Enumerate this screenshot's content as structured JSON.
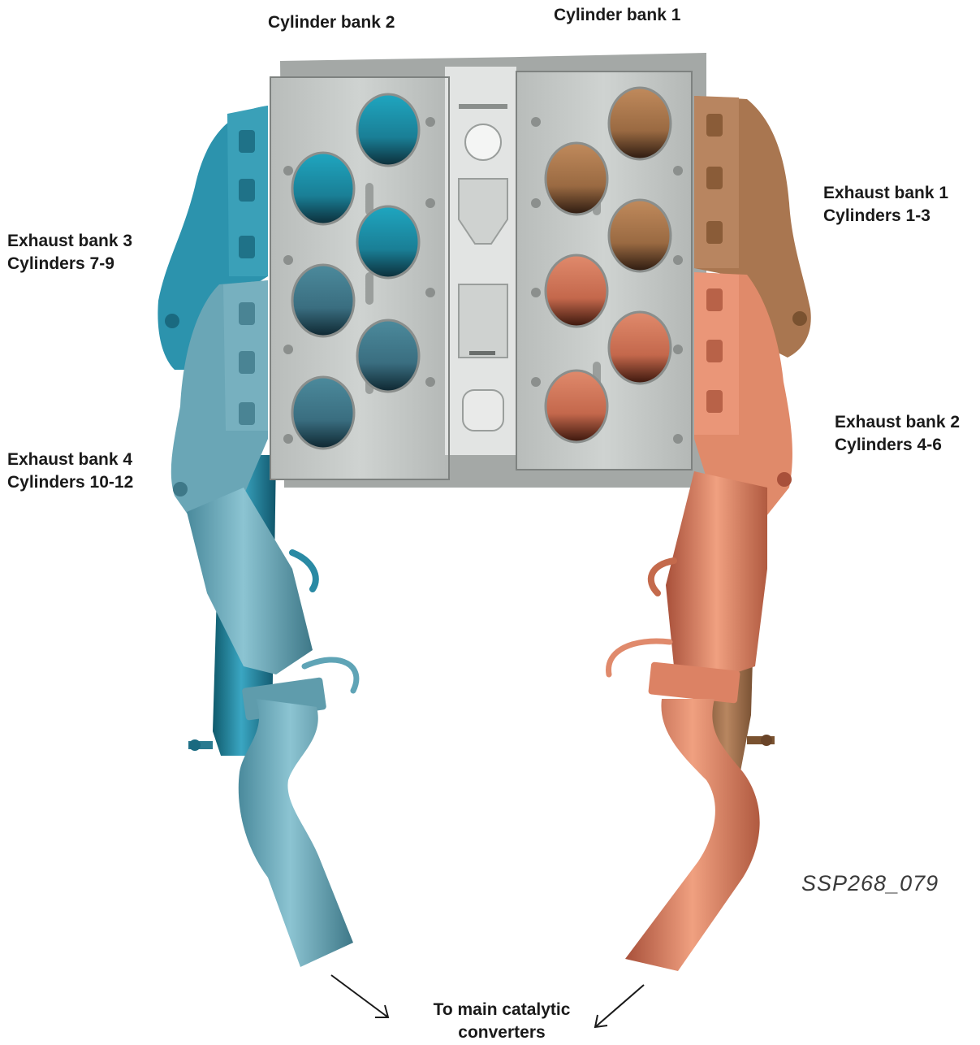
{
  "labels": {
    "cylinder_bank_2": "Cylinder bank 2",
    "cylinder_bank_1": "Cylinder bank 1",
    "exhaust_bank_1": {
      "line1": "Exhaust bank 1",
      "line2": "Cylinders 1-3"
    },
    "exhaust_bank_2": {
      "line1": "Exhaust bank 2",
      "line2": "Cylinders 4-6"
    },
    "exhaust_bank_3": {
      "line1": "Exhaust bank 3",
      "line2": "Cylinders 7-9"
    },
    "exhaust_bank_4": {
      "line1": "Exhaust bank 4",
      "line2": "Cylinders 10-12"
    },
    "main_catalytic": {
      "line1": "To main catalytic",
      "line2": "converters"
    }
  },
  "reference_code": "SSP268_079",
  "colors": {
    "background": "#ffffff",
    "engine_block": "#c4c8c6",
    "engine_block_dark": "#8d918f",
    "bank3_teal": "#2a8ea8",
    "bank4_light_teal": "#5fa4b6",
    "bank1_brown": "#a27048",
    "bank2_salmon": "#d9785c",
    "label_text": "#1a1a1a"
  }
}
